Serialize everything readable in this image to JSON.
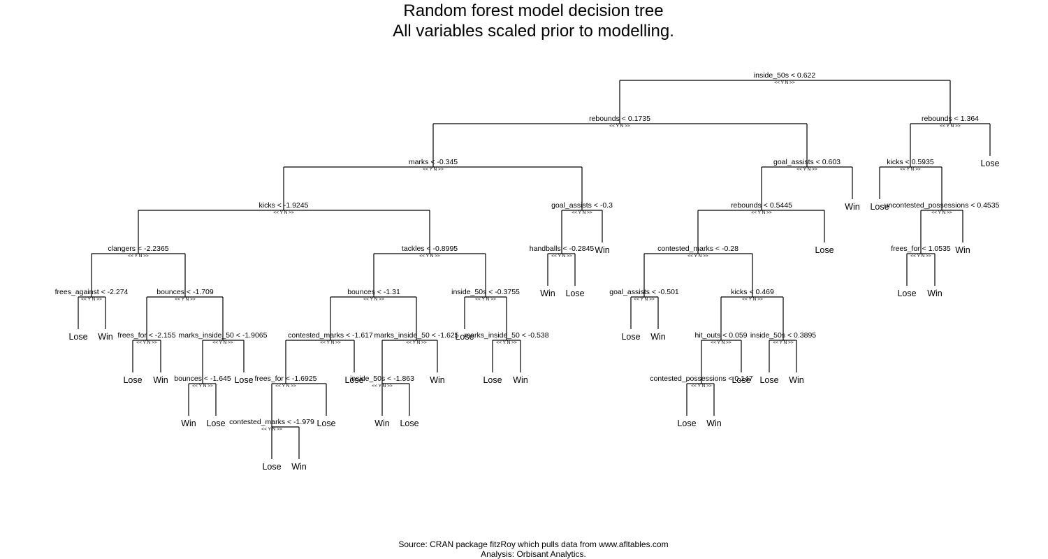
{
  "header": {
    "title_line1": "Random forest model decision tree",
    "title_line2": "All variables scaled prior to modelling."
  },
  "footer": {
    "line1": "Source: CRAN package fitzRoy which pulls data from www.afltables.com",
    "line2": "Analysis: Orbisant Analytics."
  },
  "branch_labels": "<< Y   N >>",
  "tree": {
    "split": "inside_50s < 0.622",
    "yes": {
      "split": "rebounds < 0.1735",
      "yes": {
        "split": "marks < -0.345",
        "yes": {
          "split": "kicks < -1.9245",
          "yes": {
            "split": "clangers < -2.2365",
            "yes": {
              "split": "frees_against < -2.274",
              "yes": {
                "leaf": "Lose"
              },
              "no": {
                "leaf": "Win"
              }
            },
            "no": {
              "split": "bounces < -1.709",
              "yes": {
                "split": "frees_for < -2.155",
                "yes": {
                  "leaf": "Lose"
                },
                "no": {
                  "leaf": "Win"
                }
              },
              "no": {
                "split": "marks_inside_50 < -1.9065",
                "yes": {
                  "split": "bounces < -1.645",
                  "yes": {
                    "leaf": "Win"
                  },
                  "no": {
                    "leaf": "Lose"
                  }
                },
                "no": {
                  "leaf": "Lose"
                }
              }
            }
          },
          "no": {
            "split": "tackles < -0.8995",
            "yes": {
              "split": "bounces < -1.31",
              "yes": {
                "split": "contested_marks < -1.617",
                "yes": {
                  "split": "frees_for < -1.6925",
                  "yes": {
                    "split": "contested_marks < -1.979",
                    "yes": {
                      "leaf": "Lose"
                    },
                    "no": {
                      "leaf": "Win"
                    }
                  },
                  "no": {
                    "leaf": "Lose"
                  }
                },
                "no": {
                  "leaf": "Lose"
                }
              },
              "no": {
                "split": "marks_inside_50 < -1.625",
                "yes": {
                  "split": "inside_50s < -1.863",
                  "yes": {
                    "leaf": "Win"
                  },
                  "no": {
                    "leaf": "Lose"
                  }
                },
                "no": {
                  "leaf": "Win"
                }
              }
            },
            "no": {
              "split": "inside_50s < -0.3755",
              "yes": {
                "leaf": "Lose"
              },
              "no": {
                "split": "marks_inside_50 < -0.538",
                "yes": {
                  "leaf": "Lose"
                },
                "no": {
                  "leaf": "Win"
                }
              }
            }
          }
        },
        "no": {
          "split": "goal_assists < -0.3",
          "yes": {
            "split": "handballs < -0.2845",
            "yes": {
              "leaf": "Win"
            },
            "no": {
              "leaf": "Lose"
            }
          },
          "no": {
            "leaf": "Win"
          }
        }
      },
      "no": {
        "split": "goal_assists < 0.603",
        "yes": {
          "split": "rebounds < 0.5445",
          "yes": {
            "split": "contested_marks < -0.28",
            "yes": {
              "split": "goal_assists < -0.501",
              "yes": {
                "leaf": "Lose"
              },
              "no": {
                "leaf": "Win"
              }
            },
            "no": {
              "split": "kicks < 0.469",
              "yes": {
                "split": "hit_outs < 0.059",
                "yes": {
                  "split": "contested_possessions < 0.147",
                  "yes": {
                    "leaf": "Lose"
                  },
                  "no": {
                    "leaf": "Win"
                  }
                },
                "no": {
                  "leaf": "Lose"
                }
              },
              "no": {
                "split": "inside_50s < 0.3895",
                "yes": {
                  "leaf": "Lose"
                },
                "no": {
                  "leaf": "Win"
                }
              }
            }
          },
          "no": {
            "leaf": "Lose"
          }
        },
        "no": {
          "leaf": "Win"
        }
      }
    },
    "no": {
      "split": "rebounds < 1.364",
      "yes": {
        "split": "kicks < 0.5935",
        "yes": {
          "leaf": "Lose"
        },
        "no": {
          "split": "uncontested_possessions < 0.4535",
          "yes": {
            "split": "frees_for < 1.0535",
            "yes": {
              "leaf": "Lose"
            },
            "no": {
              "leaf": "Win"
            }
          },
          "no": {
            "leaf": "Win"
          }
        }
      },
      "no": {
        "leaf": "Lose"
      }
    }
  }
}
